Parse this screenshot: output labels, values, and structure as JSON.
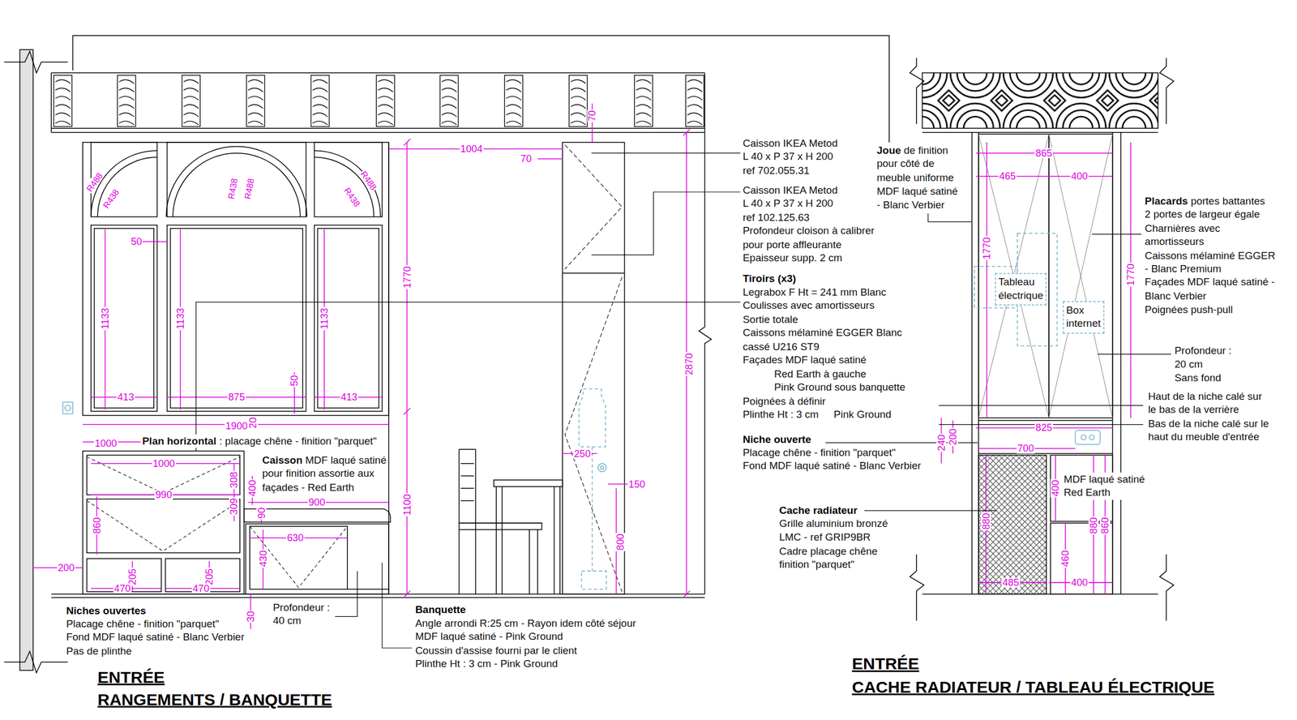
{
  "diagram": {
    "nodes": [
      {
        "text": [
          "Tableau électrique"
        ]
      },
      {
        "text": [
          "Box internet"
        ]
      }
    ],
    "labels": [
      "1004",
      "70",
      "70",
      "1770",
      "1100",
      "2870",
      "50",
      "1133",
      "1133",
      "1133",
      "413",
      "875",
      "413",
      "50",
      "1900",
      "20",
      "1000",
      "1000",
      "990",
      "900",
      "860",
      "308",
      "309",
      "400",
      "90",
      "430",
      "630",
      "205",
      "205",
      "470",
      "470",
      "200",
      "30",
      "250",
      "150",
      "800",
      "865",
      "465",
      "400",
      "1770",
      "1770",
      "825",
      "240",
      "200",
      "700",
      "400",
      "460",
      "880",
      "860",
      "880",
      "485",
      "400",
      "Caisson IKEA Metod L 40 x P 37 x H 200 ref 702.055.31",
      "Caisson IKEA Metod L 40 x P 37 x H 200 ref 102.125.63 Profondeur cloison à calibrer pour porte affleurante Epaisseur supp. 2 cm",
      "Tiroirs (x3)",
      "Legrabox F Ht = 241 mm Blanc Coulisses avec amortisseurs Sortie totale Caissons mélaminé EGGER Blanc cassé U216 ST9 Façades MDF laqué satiné",
      "Red Earth à gauche",
      "Pink Ground sous banquette",
      "Poignées à définir",
      "Plinthe Ht : 3 cm",
      "Pink Ground",
      "Niche ouverte",
      "Placage chêne - finition \"parquet\" Fond MDF laqué satiné - Blanc Verbier",
      "Cache radiateur",
      "Grille aluminium bronzé LMC - ref GRIP9BR Cadre placage chêne finition \"parquet\"",
      "Joue de finition pour côté de meuble uniforme MDF laqué satiné - Blanc Verbier",
      "Placards portes battantes 2 portes de largeur égale Charnières avec amortisseurs Caissons mélaminé EGGER - Blanc Premium Façades MDF laqué satiné - Blanc Verbier Poignées push-pull",
      "Profondeur : 20 cm Sans fond",
      "Haut de la niche calé sur le bas de la verrière Bas de la niche calé sur le haut du meuble d'entrée",
      "MDF laqué satiné Red Earth",
      "Niches ouvertes",
      "Placage chêne - finition \"parquet\" Fond MDF laqué satiné - Blanc Verbier Pas de plinthe",
      "Profondeur : 40 cm",
      "Banquette",
      "Angle arrondi R:25 cm - Rayon idem côté séjour MDF laqué satiné - Pink Ground Coussin d'assise fourni par le client Plinthe Ht : 3 cm - Pink Ground",
      "Plan horizontal : placage chêne - finition \"parquet\"",
      "Caisson MDF laqué satiné pour finition assortie aux façades - Red Earth",
      "ENTRÉE",
      "RANGEMENTS / BANQUETTE",
      "ENTRÉE",
      "CACHE RADIATEUR / TABLEAU ÉLECTRIQUE",
      "R488",
      "R438",
      "R438",
      "R488",
      "R488",
      "R438"
    ]
  }
}
